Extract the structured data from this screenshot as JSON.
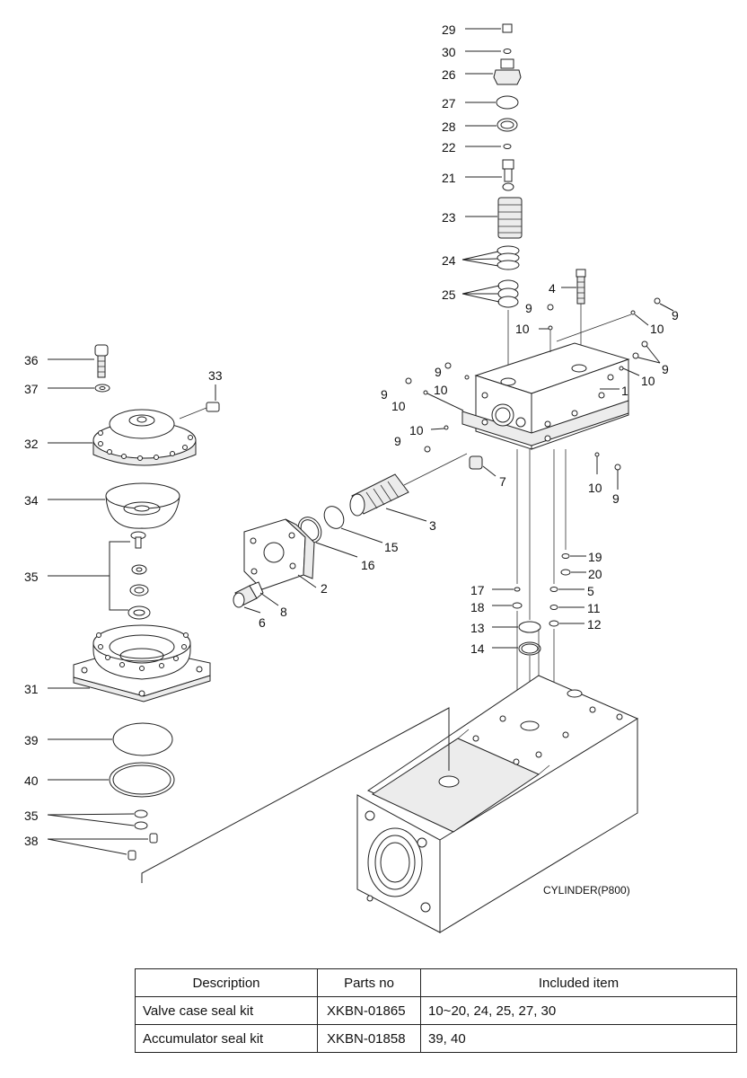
{
  "callouts": {
    "n1": "1",
    "n2": "2",
    "n3": "3",
    "n4": "4",
    "n5": "5",
    "n6": "6",
    "n7": "7",
    "n8": "8",
    "n9": "9",
    "n10": "10",
    "n11": "11",
    "n12": "12",
    "n13": "13",
    "n14": "14",
    "n15": "15",
    "n16": "16",
    "n17": "17",
    "n18": "18",
    "n19": "19",
    "n20": "20",
    "n21": "21",
    "n22": "22",
    "n23": "23",
    "n24": "24",
    "n25": "25",
    "n26": "26",
    "n27": "27",
    "n28": "28",
    "n29": "29",
    "n30": "30",
    "n31": "31",
    "n32": "32",
    "n33": "33",
    "n34": "34",
    "n35": "35",
    "n36": "36",
    "n37": "37",
    "n38": "38",
    "n39": "39",
    "n40": "40"
  },
  "cylinder_label": "CYLINDER(P800)",
  "table": {
    "headers": [
      "Description",
      "Parts no",
      "Included item"
    ],
    "rows": [
      [
        "Valve case seal kit",
        "XKBN-01865",
        "10~20, 24, 25, 27, 30"
      ],
      [
        "Accumulator seal kit",
        "XKBN-01858",
        "39, 40"
      ]
    ]
  }
}
